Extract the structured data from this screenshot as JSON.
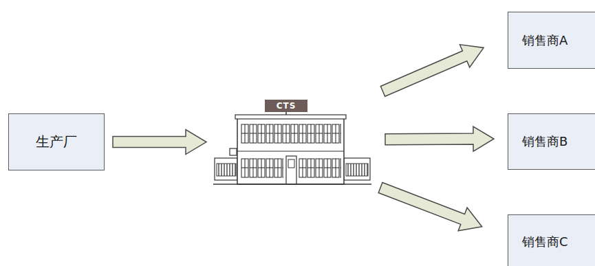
{
  "diagram": {
    "nodes": [
      {
        "text": [
          "生产厂"
        ]
      },
      {
        "text": [
          "CTS"
        ]
      },
      {
        "text": [
          "销售商A"
        ]
      },
      {
        "text": [
          "销售商B"
        ]
      },
      {
        "text": [
          "销售商C"
        ]
      }
    ],
    "edges": [
      {
        "from": 0,
        "to": 1,
        "arrow": "to"
      },
      {
        "from": 1,
        "to": 2,
        "arrow": "to"
      },
      {
        "from": 1,
        "to": 3,
        "arrow": "to"
      },
      {
        "from": 1,
        "to": 4,
        "arrow": "to"
      }
    ]
  }
}
